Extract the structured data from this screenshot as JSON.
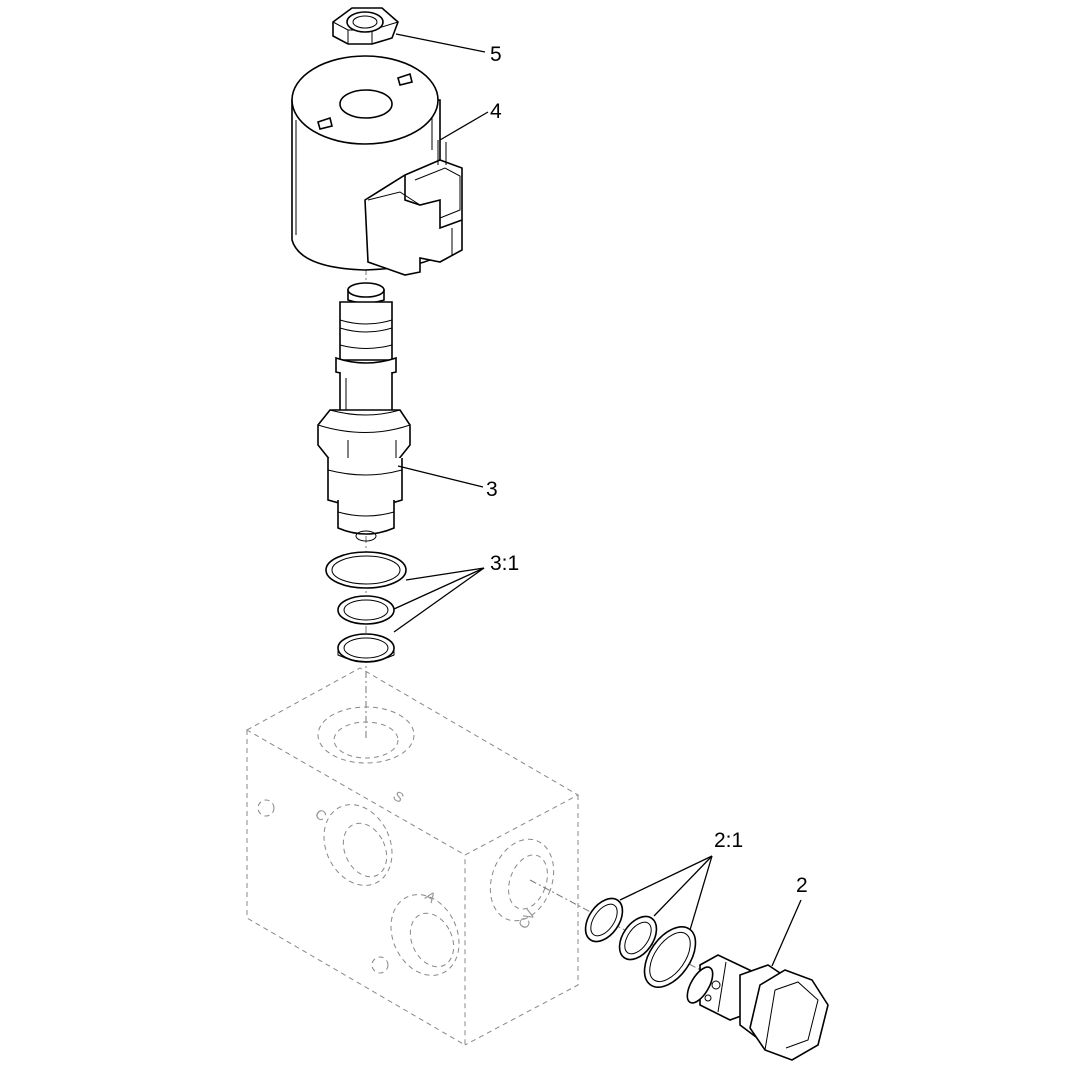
{
  "callouts": {
    "c5": "5",
    "c4": "4",
    "c3": "3",
    "c3_1": "3:1",
    "c2_1": "2:1",
    "c2": "2"
  },
  "port_marks": {
    "top": "S",
    "side_left": "C",
    "front_a": "A",
    "right_face": "CV"
  },
  "colors": {
    "line": "#000000",
    "phantom": "#888888",
    "background": "#ffffff"
  }
}
